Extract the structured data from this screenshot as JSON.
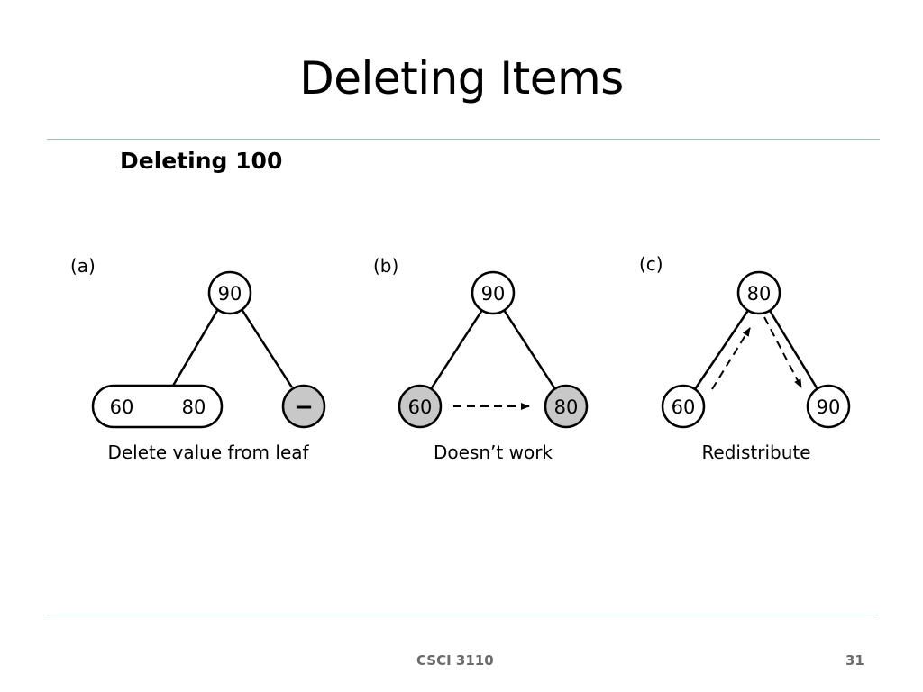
{
  "slide": {
    "title": "Deleting Items",
    "subtitle": "Deleting 100"
  },
  "diagram": {
    "panels": [
      {
        "label": "(a)",
        "caption": "Delete value from leaf",
        "root": "90",
        "left_node": [
          "60",
          "80"
        ],
        "right_node": "−"
      },
      {
        "label": "(b)",
        "caption": "Doesn’t work",
        "root": "90",
        "left_node": "60",
        "right_node": "80"
      },
      {
        "label": "(c)",
        "caption": "Redistribute",
        "root": "80",
        "left_node": "60",
        "right_node": "90"
      }
    ],
    "colors": {
      "shaded_node": "#c8c8c8",
      "outline": "#000000"
    }
  },
  "footer": {
    "course": "CSCI 3110",
    "page_number": "31"
  }
}
